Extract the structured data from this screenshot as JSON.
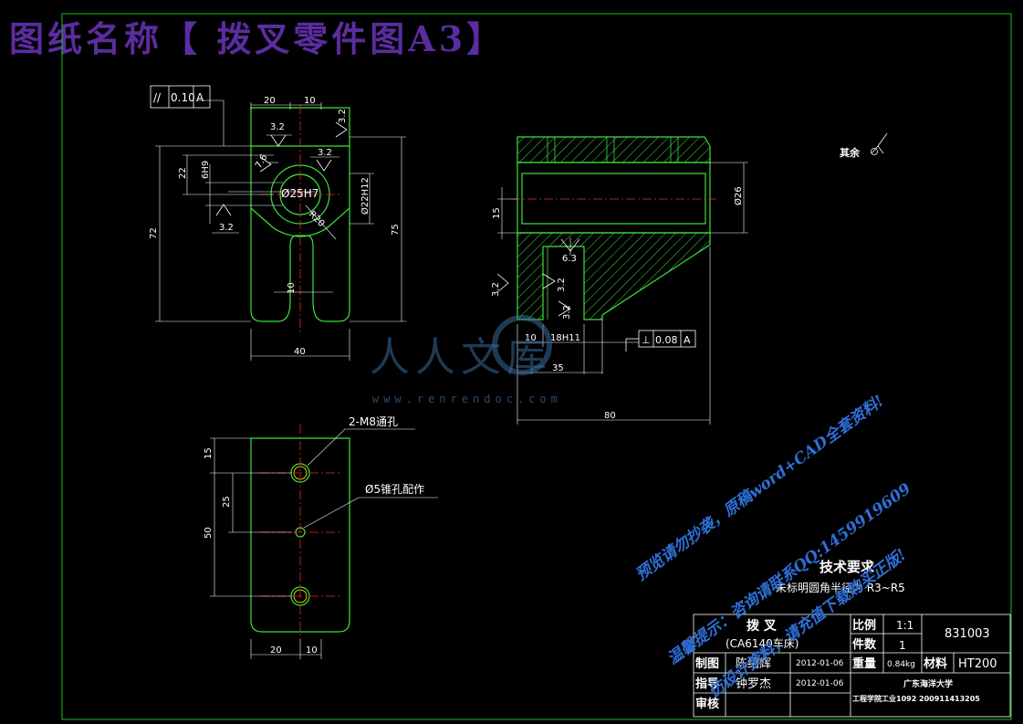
{
  "title": "图纸名称【 拨叉零件图A3】",
  "colors": {
    "border": "#1fbf1f",
    "outline": "#3fe03f",
    "dim": "#ffffff",
    "center": "#ff2020",
    "title": "#5b2ca0",
    "watermark": "#2f6fd6"
  },
  "roughness_rest": "其余",
  "tolerance_frame_left": {
    "symbol": "//",
    "value": "0.10",
    "datum": "A"
  },
  "tolerance_frame_right": {
    "symbol": "⊥",
    "value": "0.08",
    "datum": "A"
  },
  "front_view": {
    "dims": {
      "w20": "20",
      "w10": "10",
      "r32a": "3.2",
      "r32b": "3.2",
      "r32c": "3.2",
      "r32d": "3.2",
      "h72": "72",
      "h75": "75",
      "h22": "22",
      "h6h9": "6H9",
      "bore": "Ø25H7",
      "d22": "Ø22H12",
      "r16": "7.6",
      "r20": "R20",
      "w40": "40",
      "slot10": "10"
    }
  },
  "side_view": {
    "dims": {
      "h15": "15",
      "d26": "Ø26",
      "r63": "6.3",
      "r32a": "3.2",
      "r32b": "3.2",
      "r32c": "3.2",
      "w10": "10",
      "w18": "18H11",
      "w35": "35",
      "w80": "80"
    }
  },
  "top_view": {
    "notes": {
      "holes": "2-M8通孔",
      "pin": "Ø5锥孔配作"
    },
    "dims": {
      "h15": "15",
      "h25": "25",
      "h50": "50",
      "w20": "20",
      "w10": "10"
    }
  },
  "tech_req": {
    "heading": "技术要求",
    "line": "未标明圆角半径为 R3~R5"
  },
  "title_block": {
    "part": "拨  叉",
    "machine": "(CA6140车床)",
    "scale_label": "比例",
    "scale": "1:1",
    "qty_label": "件数",
    "qty": "1",
    "code": "831003",
    "drawn_label": "制图",
    "drawn": "陈绍辉",
    "drawn_date": "2012-01-06",
    "weight_label": "重量",
    "weight": "0.84kg",
    "material_label": "材料",
    "material": "HT200",
    "guide_label": "指导",
    "guide": "钟罗杰",
    "guide_date": "2012-01-06",
    "check_label": "审核",
    "school": "广东海洋大学",
    "dept": "工程学院工业1092   200911413205"
  },
  "logo": {
    "text": "人人文库",
    "url": "www.renrendoc.com"
  },
  "watermark": {
    "line1": "预览请勿抄袭，原稿word+CAD全套资料!",
    "line2": "温馨提示：咨询请联系QQ:1459919609",
    "line3": "仿设计资料，请充值下载购买正版!"
  }
}
